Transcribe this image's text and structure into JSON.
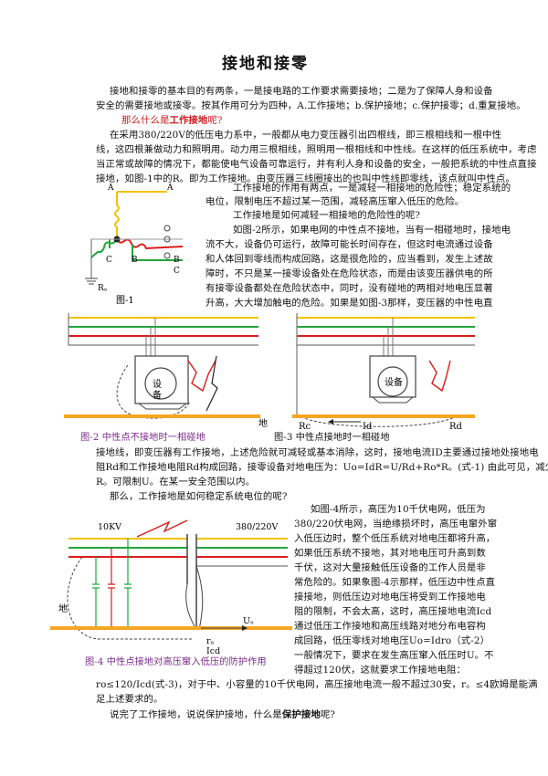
{
  "title": "接地和接零",
  "intro": {
    "l1": "接地和接零的基本目的有两条，一是接电路的工作要求需要接地；二是为了保障人身和设备",
    "l2": "安全的需要接地或接零。按其作用可分为四种，A.工作接地；b.保护接地；c.保护接零；d.重复接地。",
    "q_pre": "那么什么是",
    "q_bold": "工作接地",
    "q_post": "呢?"
  },
  "para1": {
    "l1": "在采用380/220V的低压电力系中，一般都从电力变压器引出四根线，即三根相线和一根中性",
    "l2": "线，这四根兼做动力和照明用。动力用三根相线，照明用一根相线和中性线。在这样的低压系统中，考虑",
    "l3": "当正常或故障的情况下，都能使电气设备可靠运行，并有利人身和设备的安全，一般把系统的中性点直接",
    "l4": "接地，如图-1中的R。即为工作接地。由变压器三线圈接出的也叫中性线即零线，该点就叫中性点。"
  },
  "para2": {
    "l1": "工作接地的作用有两点，一是减轻一相接地的危险性；稳定系统的",
    "l2": "电位，限制电压不超过某一范围，减轻高压窜入低压的危险。",
    "l3": "工作接地是如何减轻一相接地的危险性的呢?",
    "l4": "如图-2所示，如果电网的中性点不接地，当有一相碰地时，接地电",
    "l5": "流不大，设备仍可运行，故障可能长时间存在，但这时电流通过设备",
    "l6": "和人体回到零线而构成回路，这是很危险的，应当看到，发生上述故",
    "l7": "障时，不只是某一接零设备处在危险状态，而是由该变压器供电的所",
    "l8": "有接零设备都处在危险状态中，同时，没有碰地的两相对地电压显著",
    "l9": "升高，大大增加触电的危险。如果是如图-3那样，变压器的中性电直"
  },
  "fig1": {
    "caption": "图-1",
    "label_a1": "A",
    "label_a2": "A",
    "label_b1": "B",
    "label_b2": "B",
    "label_c1": "C",
    "label_c2": "C",
    "label_r": "R。"
  },
  "fig2": {
    "caption": "图-2  中性点不接地时一相碰地",
    "equipment": "设备",
    "ground": "地"
  },
  "fig3": {
    "caption": "图-3  中性点接地时一相碰地",
    "equipment": "设备",
    "rc": "Rc",
    "id": "Id",
    "rd": "Rd"
  },
  "para3": {
    "l1": "接地线，即变压器有工作接地，上述危险就可减轻或基本消除，这时，接地电流ID主要通过接地处接地电",
    "l2": "阻Rd和工作接地电阻Rd构成回路，接零设备对地电压为：Uo=IdR=U/Rd+Ro*R。(式-1) 由此可见，减少",
    "l3": "R。可限制U。在某一安全范围以内。",
    "l4": "那么，工作接地是如何稳定系统电位的呢?"
  },
  "fig4": {
    "label_hv": "10KV",
    "label_lv": "380/220V",
    "ground": "地",
    "u": "U。",
    "r": "r。",
    "icd": "Icd",
    "caption": "图-4  中性点接地对高压窜入低压的防护作用"
  },
  "para4": {
    "l1": "如图-4所示，高压为10千伏电网，低压为",
    "l2": "380/220伏电网，当绝缘损坏时，高压电窜外窜",
    "l3": "入低压边时，整个低压系统对地电压都将升高，",
    "l4": "如果低压系统不接地，其对地电压可升高到数",
    "l5": "千伏，这对大量接触低压设备的工作人员是非",
    "l6": "常危险的。如果象图-4示那样，低压边中性点直",
    "l7": "接接地，则低压边对地电压将受到工作接地电",
    "l8": "阻的限制，不会太高，这时，高压接地电流Icd",
    "l9": "通过低压工作接地和高压线路对地分布电容构",
    "l10": "成回路，低压零线对地电压Uo=Idro（式-2）",
    "l11": "一般情况下，要求在发生高压窜入低压时U。不",
    "l12": "得超过120伏，这就要求工作接地电阻：",
    "l13": "ro≤120/Icd(式-3)，对于中、小容量的10千伏电网，高压接地电流一般不超过30安，r。≤4欧姆是能满",
    "l14": "足上述要求的。"
  },
  "closing": {
    "pre": "说完了工作接地，说说保护接地，什么是",
    "bold": "保护接地",
    "post": "呢?"
  },
  "colors": {
    "yellow": "#f2c200",
    "green": "#22a63a",
    "red": "#dc1c1c",
    "ground": "#f5a623",
    "caption": "#7a2a8a"
  }
}
